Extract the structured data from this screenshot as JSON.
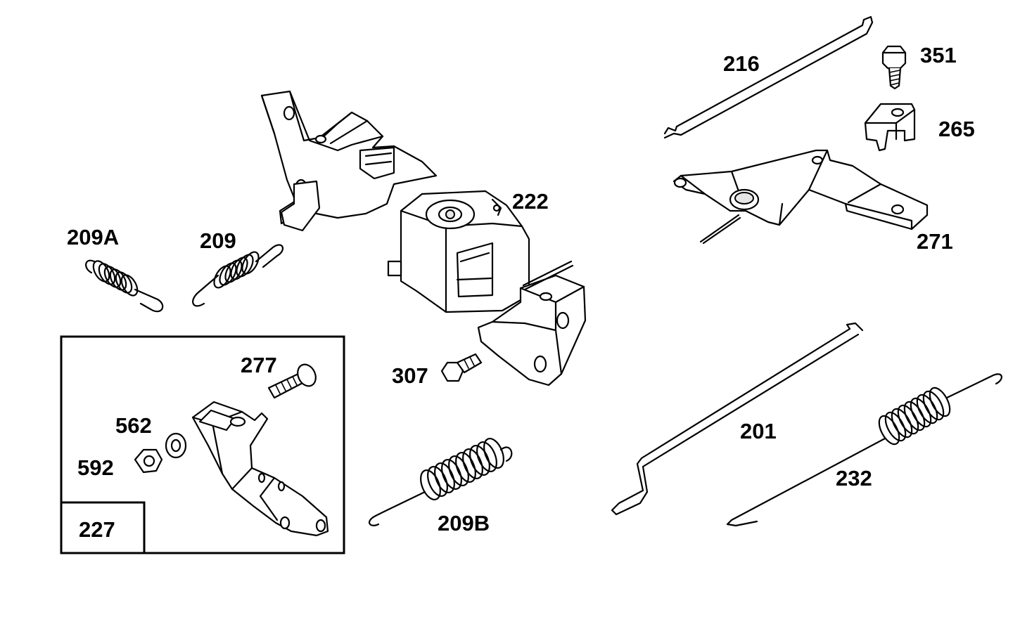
{
  "diagram": {
    "labels": {
      "p216": "216",
      "p351": "351",
      "p265": "265",
      "p271": "271",
      "p222": "222",
      "p209A": "209A",
      "p209": "209",
      "p277": "277",
      "p307": "307",
      "p562": "562",
      "p592": "592",
      "p227": "227",
      "p209B": "209B",
      "p201": "201",
      "p232": "232"
    }
  }
}
